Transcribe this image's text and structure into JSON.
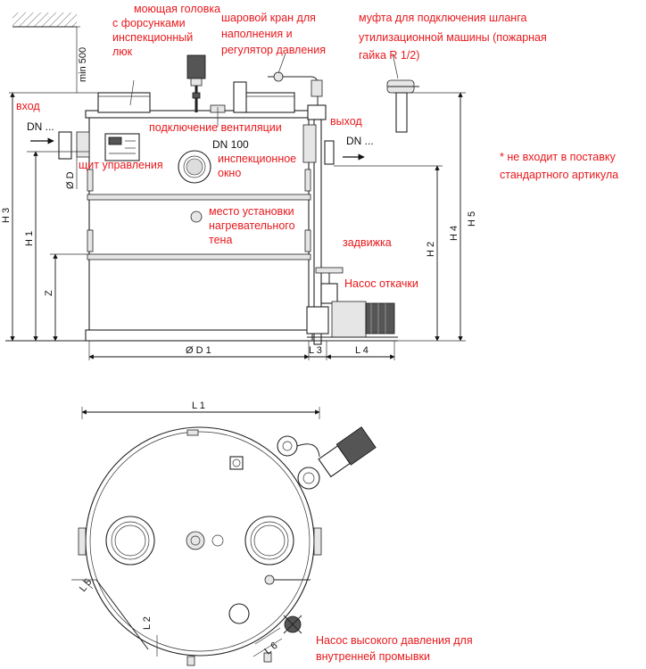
{
  "labels": {
    "washing_head": [
      "моющая головка",
      "с форсунками",
      "инспекционный",
      "люк"
    ],
    "ball_valve": [
      "шаровой кран для",
      "наполнения и",
      "регулятор давления"
    ],
    "hose_coupling": [
      "муфта для подключения шланга",
      "утилизационной машины (пожарная",
      "гайка R 1/2)"
    ],
    "inlet": "вход",
    "outlet": "выход",
    "ventilation": "подключение вентиляции",
    "inspection_window": [
      "инспекционное",
      "окно"
    ],
    "control_panel": "щит управления",
    "heater": [
      "место установки",
      "нагревательного",
      "тена"
    ],
    "gate_valve": "задвижка",
    "drain_pump": "Насос откачки",
    "note": [
      "* не входит в поставку",
      "стандартного артикула"
    ],
    "hp_pump": [
      "Насос высокого давления для",
      "внутренней промывки"
    ]
  },
  "dims": {
    "min500": "min 500",
    "dn_in": "DN ...",
    "dn_out": "DN ...",
    "dn100": "DN 100",
    "od": "Ø D",
    "h3": "H 3",
    "h1": "H 1",
    "z": "Z",
    "h2": "H 2",
    "h4": "H 4",
    "h5": "H 5",
    "od1": "Ø D 1",
    "l3": "L 3",
    "l4": "L 4",
    "l1": "L 1",
    "l5": "L 5",
    "l2": "L 2",
    "l6": "L 6"
  }
}
